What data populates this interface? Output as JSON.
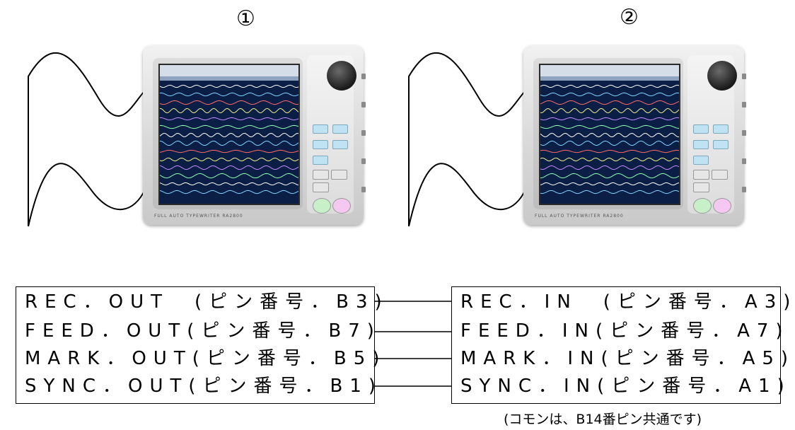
{
  "diagram": {
    "units": [
      {
        "number": "①",
        "panel_label": "FULL AUTO  TYPEWRITER  RA2800"
      },
      {
        "number": "②",
        "panel_label": "FULL AUTO  TYPEWRITER  RA2800"
      }
    ],
    "out_signals": [
      "REC．OUT　(ピン番号．B3)",
      "FEED．OUT(ピン番号．B7)",
      "MARK．OUT(ピン番号．B5)",
      "SYNC．OUT(ピン番号．B1)"
    ],
    "in_signals": [
      "REC．IN　(ピン番号．A3)",
      "FEED．IN(ピン番号．A7)",
      "MARK．IN(ピン番号．A5)",
      "SYNC．IN(ピン番号．A1)"
    ],
    "common_note": "(コモンは、B14番ピン共通です)",
    "colors": {
      "line": "#000000",
      "screen_bg": "#0b1e45",
      "device_body": "#d9d9d9",
      "trace_colors": [
        "#ffffff",
        "#7fd3ff",
        "#ff6a6a",
        "#f4f08a",
        "#c58bff",
        "#8affb0"
      ]
    }
  }
}
